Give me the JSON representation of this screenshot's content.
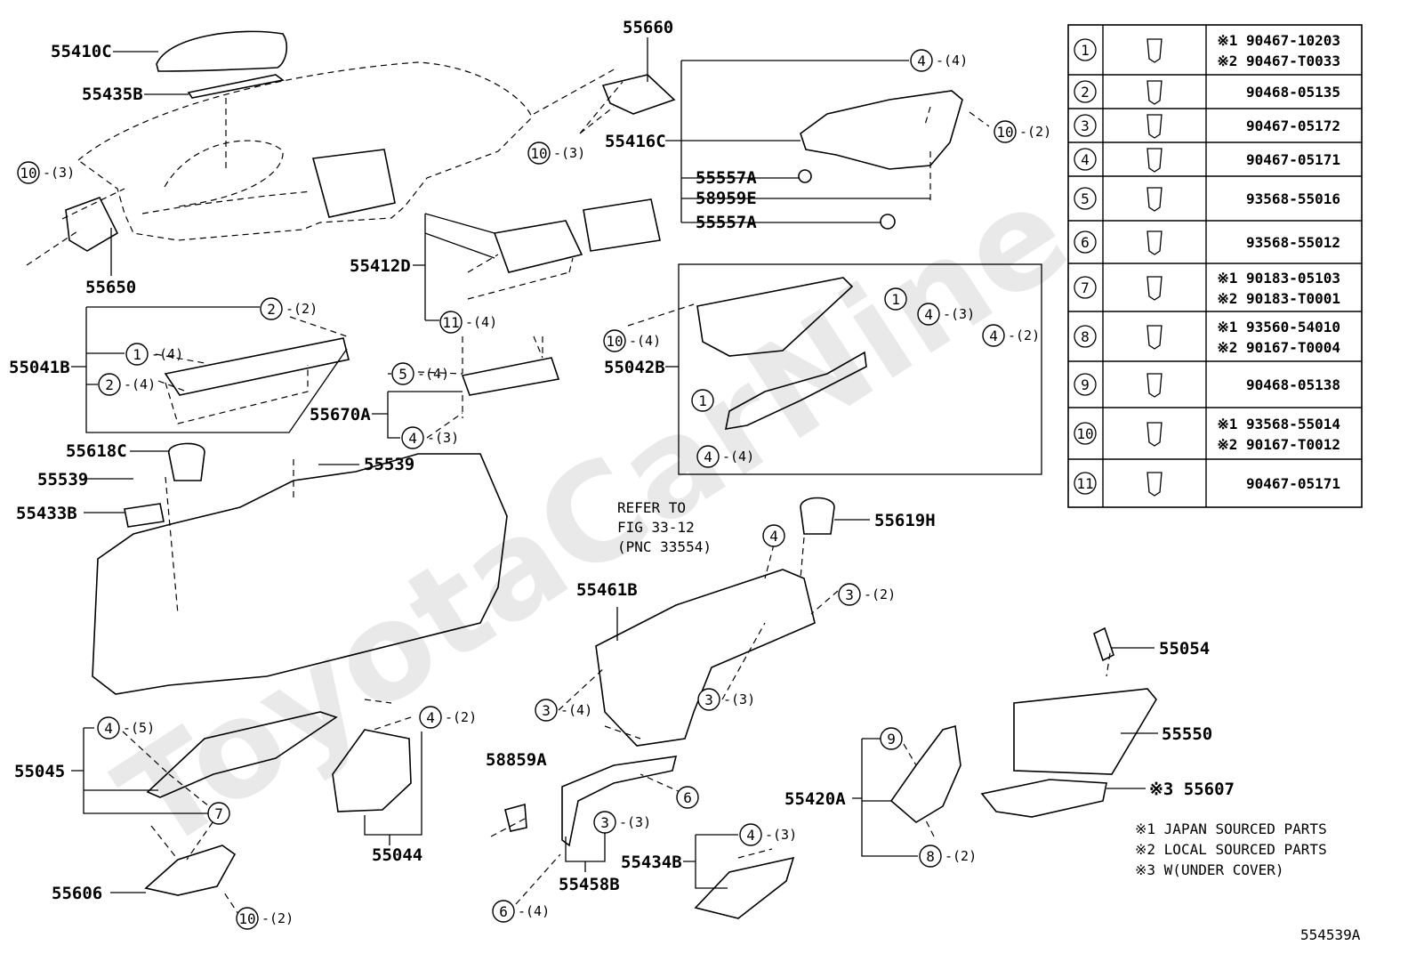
{
  "watermark": "ToyotaCarNine.ru",
  "diagram_id": "554539A",
  "notes": [
    "※1 JAPAN SOURCED PARTS",
    "※2 LOCAL SOURCED PARTS",
    "※3 W(UNDER COVER)"
  ],
  "reference": [
    "REFER TO",
    "FIG 33-12",
    "(PNC 33554)"
  ],
  "parts": [
    {
      "id": "p1",
      "text": "55410C"
    },
    {
      "id": "p2",
      "text": "55435B"
    },
    {
      "id": "p3",
      "text": "55660"
    },
    {
      "id": "p4",
      "text": "55416C"
    },
    {
      "id": "p5",
      "text": "55557A"
    },
    {
      "id": "p6",
      "text": "58959E"
    },
    {
      "id": "p7",
      "text": "55557A"
    },
    {
      "id": "p8",
      "text": "55650"
    },
    {
      "id": "p9",
      "text": "55412D"
    },
    {
      "id": "p10",
      "text": "55041B"
    },
    {
      "id": "p11",
      "text": "55670A"
    },
    {
      "id": "p12",
      "text": "55042B"
    },
    {
      "id": "p13",
      "text": "55618C"
    },
    {
      "id": "p14",
      "text": "55539"
    },
    {
      "id": "p15",
      "text": "55539"
    },
    {
      "id": "p16",
      "text": "55433B"
    },
    {
      "id": "p17",
      "text": "55619H"
    },
    {
      "id": "p18",
      "text": "55461B"
    },
    {
      "id": "p19",
      "text": "55054"
    },
    {
      "id": "p20",
      "text": "55550"
    },
    {
      "id": "p21",
      "text": "55045"
    },
    {
      "id": "p22",
      "text": "55044"
    },
    {
      "id": "p23",
      "text": "58859A"
    },
    {
      "id": "p24",
      "text": "55420A"
    },
    {
      "id": "p25",
      "text": "※3 55607"
    },
    {
      "id": "p26",
      "text": "55434B"
    },
    {
      "id": "p27",
      "text": "55458B"
    },
    {
      "id": "p28",
      "text": "55606"
    }
  ],
  "callouts": [
    {
      "num": "4",
      "qty": "-(4)"
    },
    {
      "num": "10",
      "qty": "-(3)"
    },
    {
      "num": "10",
      "qty": "-(2)"
    },
    {
      "num": "10",
      "qty": "-(3)"
    },
    {
      "num": "11",
      "qty": "-(4)"
    },
    {
      "num": "2",
      "qty": "-(2)"
    },
    {
      "num": "1",
      "qty": "-(4)"
    },
    {
      "num": "2",
      "qty": "-(4)"
    },
    {
      "num": "5",
      "qty": "-(4)"
    },
    {
      "num": "4",
      "qty": "-(3)"
    },
    {
      "num": "1",
      "qty": ""
    },
    {
      "num": "4",
      "qty": "-(3)"
    },
    {
      "num": "4",
      "qty": "-(2)"
    },
    {
      "num": "10",
      "qty": "-(4)"
    },
    {
      "num": "1",
      "qty": ""
    },
    {
      "num": "4",
      "qty": "-(4)"
    },
    {
      "num": "4",
      "qty": ""
    },
    {
      "num": "3",
      "qty": "-(2)"
    },
    {
      "num": "3",
      "qty": "-(4)"
    },
    {
      "num": "3",
      "qty": "-(3)"
    },
    {
      "num": "4",
      "qty": "-(5)"
    },
    {
      "num": "4",
      "qty": "-(2)"
    },
    {
      "num": "7",
      "qty": ""
    },
    {
      "num": "3",
      "qty": "-(3)"
    },
    {
      "num": "6",
      "qty": ""
    },
    {
      "num": "9",
      "qty": ""
    },
    {
      "num": "8",
      "qty": "-(2)"
    },
    {
      "num": "4",
      "qty": "-(3)"
    },
    {
      "num": "6",
      "qty": "-(4)"
    },
    {
      "num": "10",
      "qty": "-(2)"
    }
  ],
  "fastener_table": [
    {
      "num": "1",
      "lines": [
        "※1 90467-10203",
        "※2 90467-T0033"
      ]
    },
    {
      "num": "2",
      "lines": [
        "90468-05135"
      ]
    },
    {
      "num": "3",
      "lines": [
        "90467-05172"
      ]
    },
    {
      "num": "4",
      "lines": [
        "90467-05171"
      ]
    },
    {
      "num": "5",
      "lines": [
        "93568-55016"
      ]
    },
    {
      "num": "6",
      "lines": [
        "93568-55012"
      ]
    },
    {
      "num": "7",
      "lines": [
        "※1 90183-05103",
        "※2 90183-T0001"
      ]
    },
    {
      "num": "8",
      "lines": [
        "※1 93560-54010",
        "※2 90167-T0004"
      ]
    },
    {
      "num": "9",
      "lines": [
        "90468-05138"
      ]
    },
    {
      "num": "10",
      "lines": [
        "※1 93568-55014",
        "※2 90167-T0012"
      ]
    },
    {
      "num": "11",
      "lines": [
        "90467-05171"
      ]
    }
  ]
}
